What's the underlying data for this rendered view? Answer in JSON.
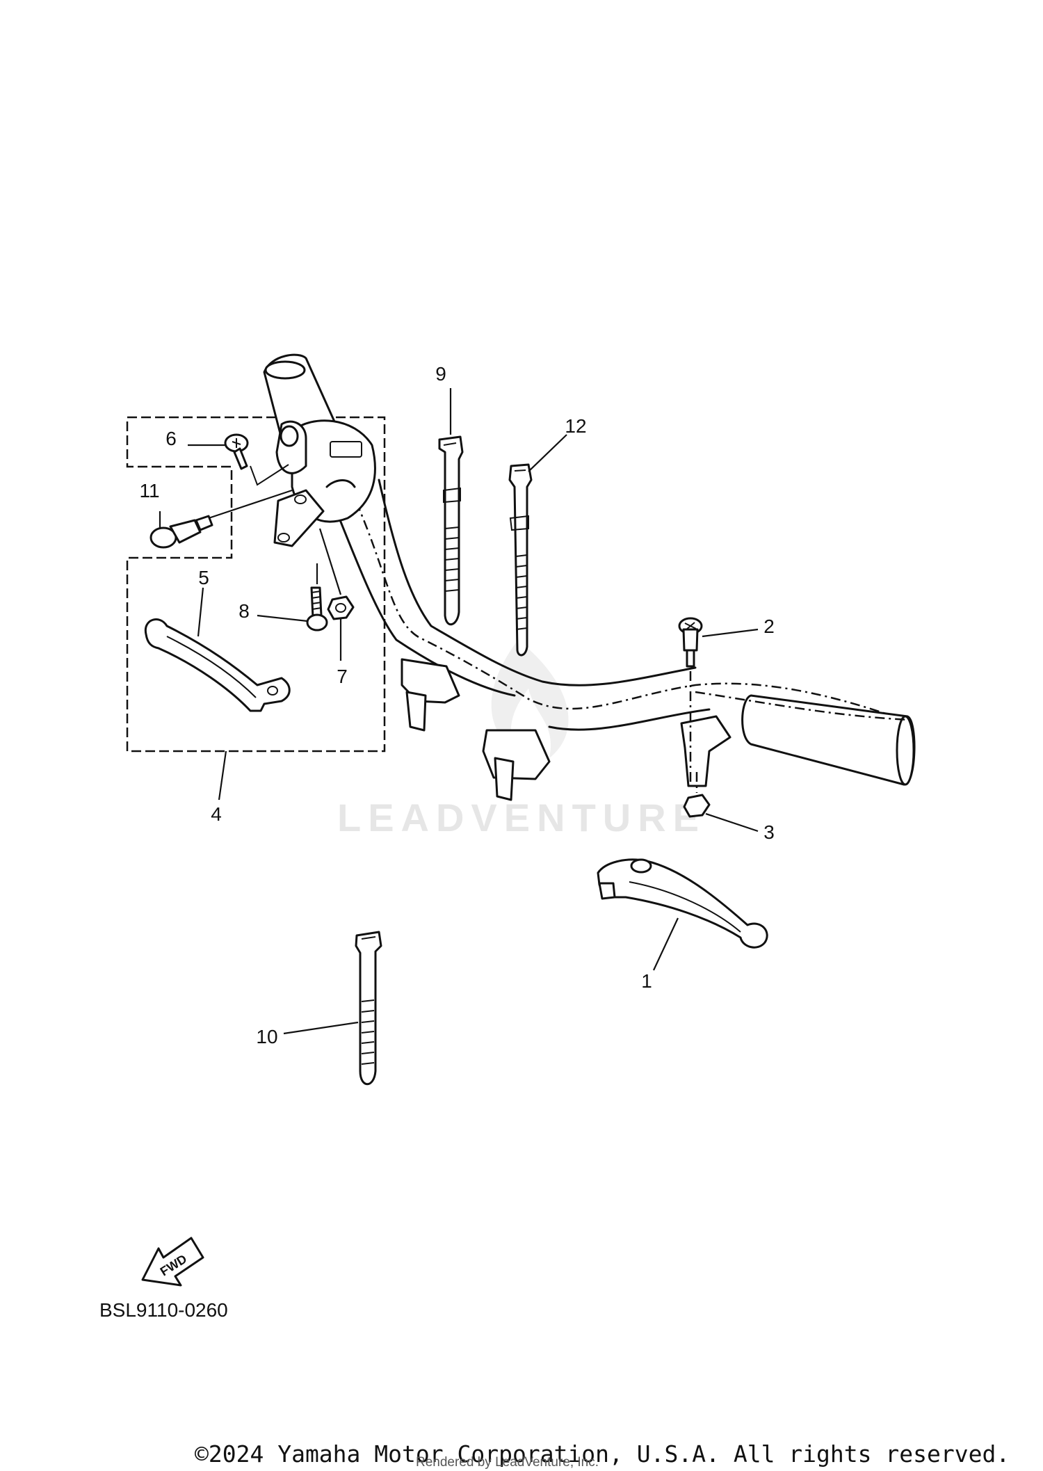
{
  "diagram": {
    "callouts": [
      "1",
      "2",
      "3",
      "4",
      "5",
      "6",
      "7",
      "8",
      "9",
      "10",
      "11",
      "12"
    ],
    "fwd_label": "FWD",
    "ref_code": "BSL9110-0260",
    "watermark": "LEADVENTURE",
    "copyright": "©2024 Yamaha Motor Corporation, U.S.A. All rights reserved.",
    "rendered_by": "Rendered by LeadVenture, Inc."
  }
}
